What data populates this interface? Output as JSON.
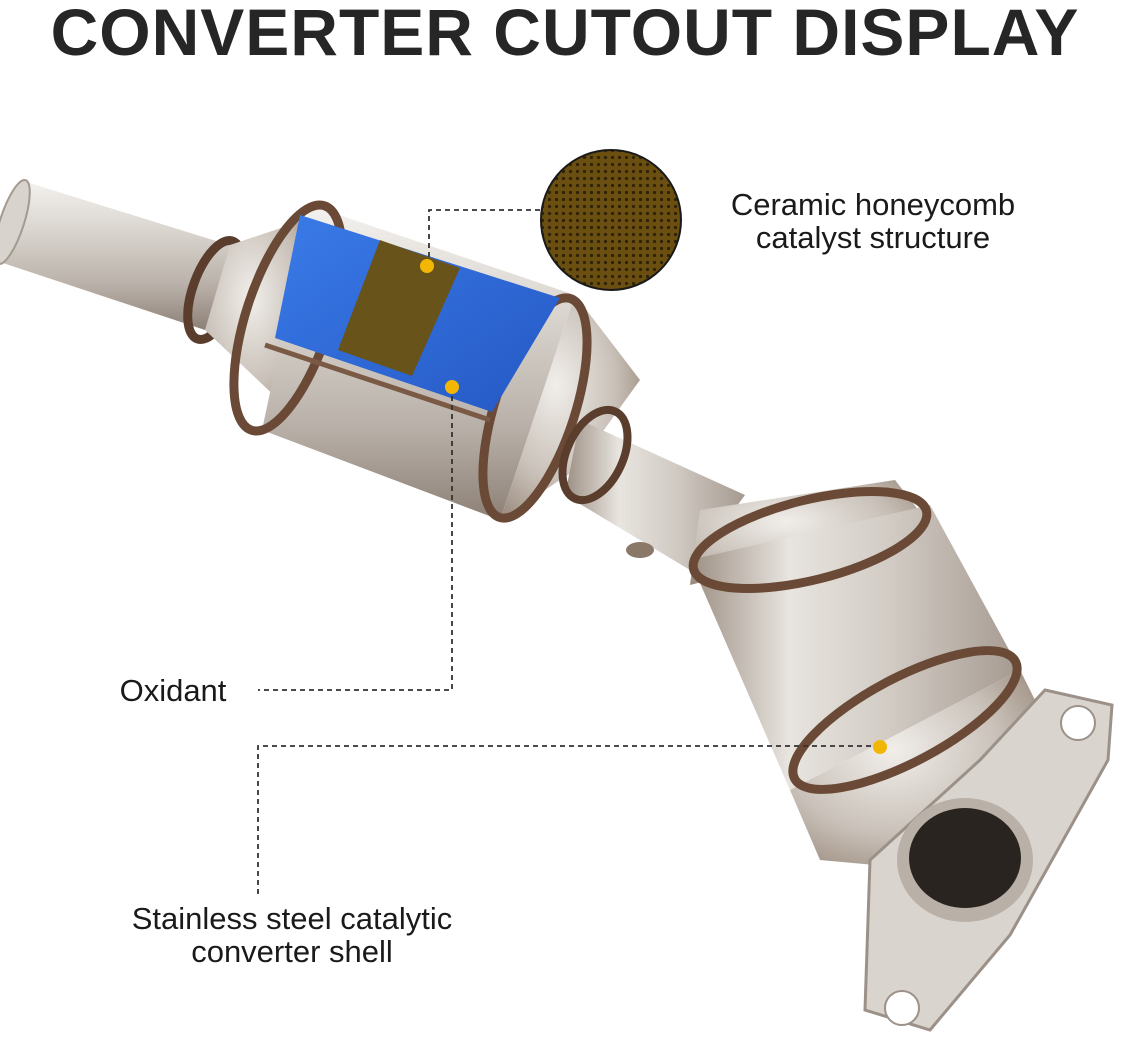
{
  "title": "CONVERTER CUTOUT DISPLAY",
  "callouts": {
    "ceramic": {
      "line1": "Ceramic honeycomb",
      "line2": "catalyst structure"
    },
    "oxidant": {
      "text": "Oxidant"
    },
    "shell": {
      "line1": "Stainless steel catalytic",
      "line2": "converter shell"
    }
  },
  "colors": {
    "title": "#262626",
    "marker": "#f2b705",
    "cutout_blue": "#2f68d8",
    "catalyst_band": "#6b5210",
    "metal": "#cfcac4",
    "weld": "#6a4a36"
  }
}
